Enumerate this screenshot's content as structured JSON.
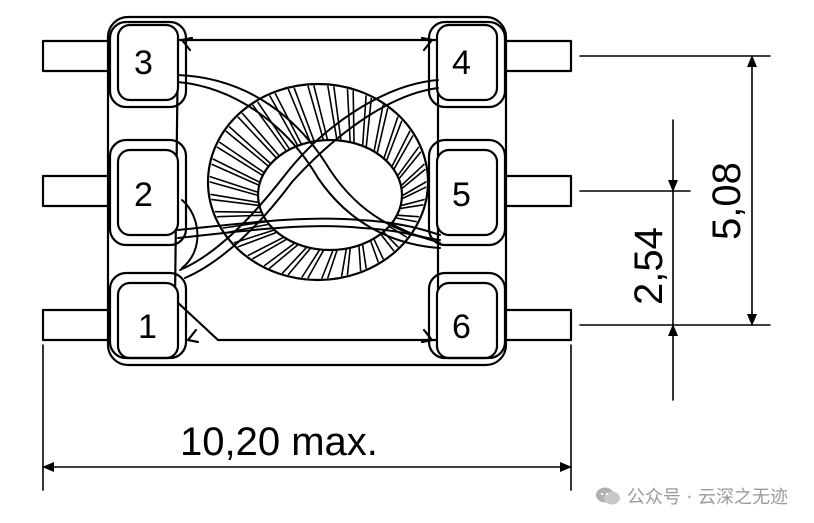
{
  "pins": {
    "p1": "1",
    "p2": "2",
    "p3": "3",
    "p4": "4",
    "p5": "5",
    "p6": "6"
  },
  "dimensions": {
    "width": "10,20  max.",
    "pitch": "2,54",
    "span": "5,08"
  },
  "watermark": {
    "text": "公众号 · 云深之无迹",
    "icon": "wechat-icon"
  },
  "colors": {
    "line": "#000000",
    "watermark": "#9a9a9a"
  }
}
